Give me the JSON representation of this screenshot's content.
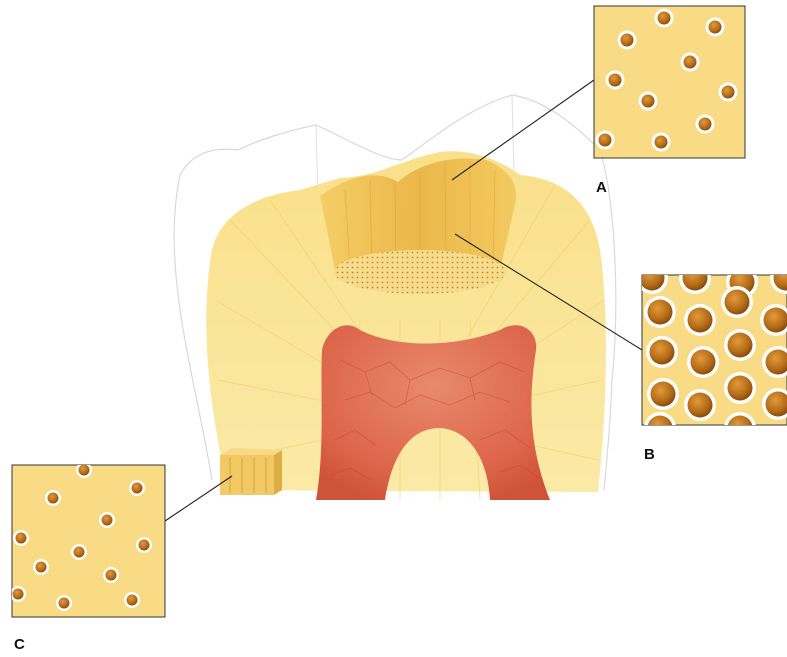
{
  "labels": {
    "a": "A",
    "b": "B",
    "c": "C"
  },
  "colors": {
    "dentin": "#f7dd82",
    "dentin_light": "#fbeaa8",
    "cavity": "#efbd4a",
    "pulp": "#de6a50",
    "pulp_light": "#f2b6a2",
    "tubule": "#b26a16",
    "tubule_ring": "#ffffff",
    "inset_bg": "#f8db84",
    "outline": "#d9d9d9",
    "leader": "#222222"
  },
  "insets": {
    "a": {
      "tubule_density": "sparse",
      "tubule_size": "small"
    },
    "b": {
      "tubule_density": "dense",
      "tubule_size": "large"
    },
    "c": {
      "tubule_density": "sparse",
      "tubule_size": "small"
    }
  },
  "icons": [
    "tooth-outline",
    "dentin-tubule"
  ]
}
